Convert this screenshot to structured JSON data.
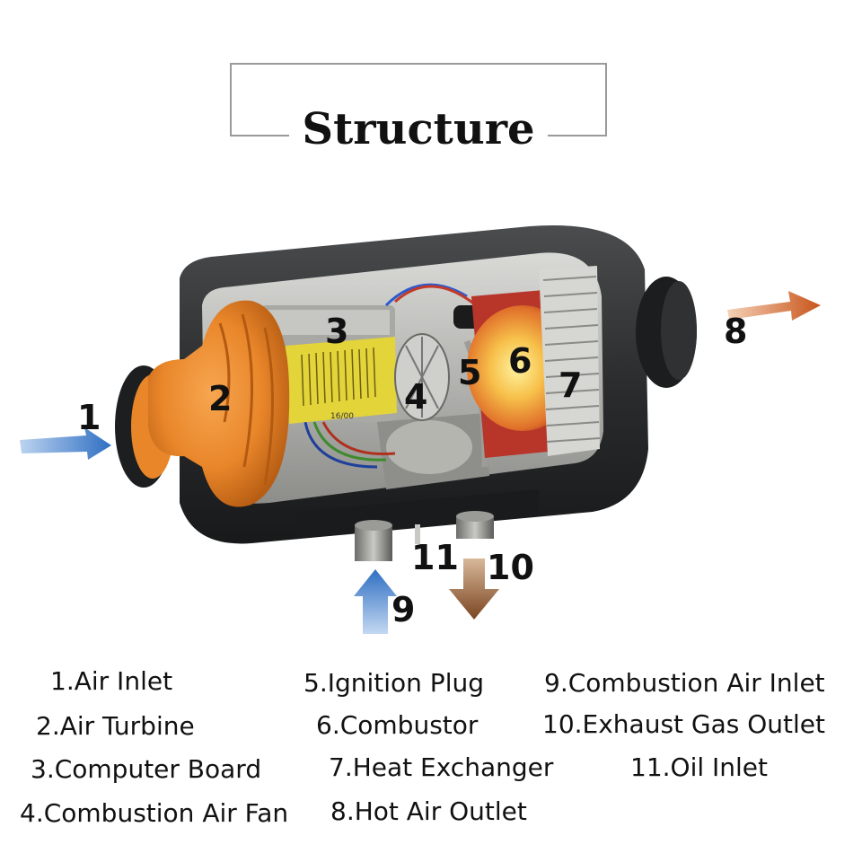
{
  "title": "Structure",
  "colors": {
    "housing": "#2c2e30",
    "turbine": "#e9862a",
    "board": "#e3d43a",
    "combustor_hot": "#f2a23a",
    "cold_arrow": "#2f6fc2",
    "hot_arrow": "#c8541a",
    "exhaust_arrow": "#7a4420"
  },
  "callouts": [
    "1",
    "2",
    "3",
    "4",
    "5",
    "6",
    "7",
    "8",
    "9",
    "10",
    "11"
  ],
  "board_text": "16/00",
  "legend": [
    "1.Air Inlet",
    "2.Air Turbine",
    "3.Computer Board",
    "4.Combustion Air Fan",
    "5.Ignition Plug",
    "6.Combustor",
    "7.Heat Exchanger",
    "8.Hot Air Outlet",
    "9.Combustion Air Inlet",
    "10.Exhaust Gas Outlet",
    "11.Oil Inlet"
  ]
}
